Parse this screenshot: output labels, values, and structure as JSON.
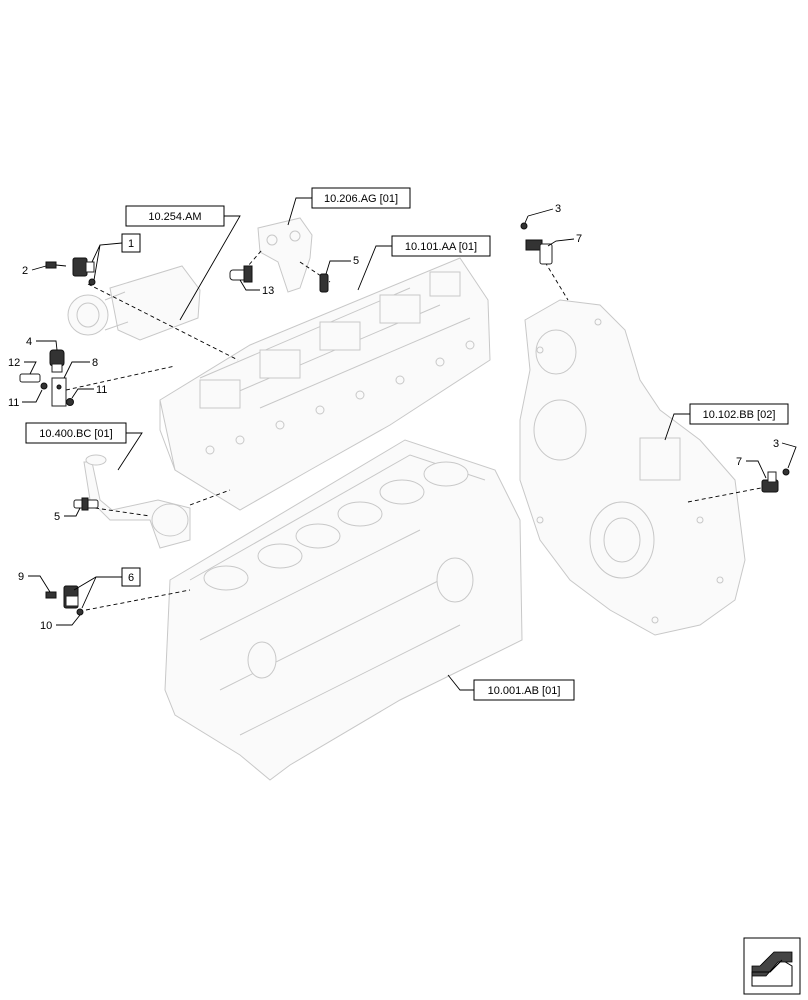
{
  "references": {
    "r_254_am": "10.254.AM",
    "r_206_ag": "10.206.AG [01]",
    "r_101_aa": "10.101.AA [01]",
    "r_400_bc": "10.400.BC [01]",
    "r_102_bb": "10.102.BB [02]",
    "r_001_ab": "10.001.AB [01]"
  },
  "callouts": {
    "c1": "1",
    "c2": "2",
    "c3a": "3",
    "c3b": "3",
    "c4": "4",
    "c5a": "5",
    "c5b": "5",
    "c6": "6",
    "c7a": "7",
    "c7b": "7",
    "c8": "8",
    "c9": "9",
    "c10": "10",
    "c11a": "11",
    "c11b": "11",
    "c12": "12",
    "c13": "13"
  },
  "icons": {
    "corner": "page-turn-icon"
  },
  "colors": {
    "ink": "#000000",
    "ghost": "#c8c8c8"
  }
}
